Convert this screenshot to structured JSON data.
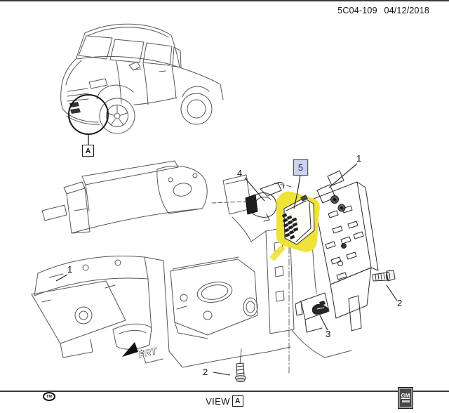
{
  "header": {
    "doc_number": "5C04-109",
    "doc_date": "04/12/2018"
  },
  "inset": {
    "label": "A"
  },
  "direction": {
    "frt_label": "FRT"
  },
  "footer": {
    "view_prefix": "VIEW",
    "view_letter": "A",
    "gm_logo": "GM",
    "tm_mark": "TM"
  },
  "callouts": {
    "frame_left_1": {
      "label": "1"
    },
    "bracket_right_1": {
      "label": "1"
    },
    "bolt_right_2": {
      "label": "2"
    },
    "bolt_bottom_2": {
      "label": "2"
    },
    "clip_3": {
      "label": "3"
    },
    "sensor_4": {
      "label": "4"
    },
    "module_5": {
      "label": "5"
    }
  },
  "colors": {
    "highlight_yellow": "#efe33a",
    "callout5_bg": "#ccd3e9",
    "callout5_border": "#4552a0",
    "callout5_text": "#1c2d7c",
    "line_dark": "#1a1a1a",
    "sketch_gray": "#565656"
  }
}
